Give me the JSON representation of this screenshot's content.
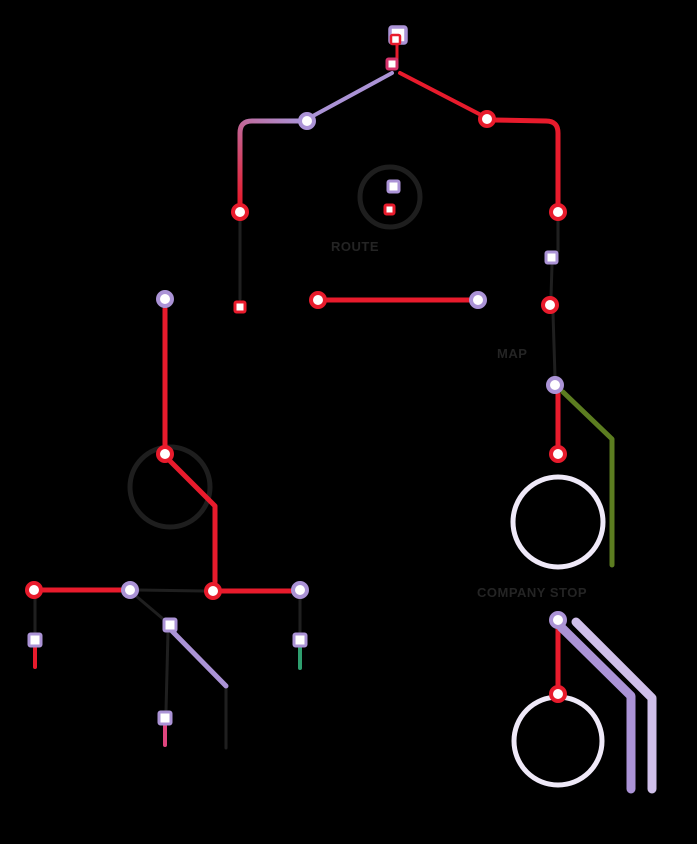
{
  "colors": {
    "background": "#000000",
    "red": "#e81b2c",
    "lavender": "#ab93d6",
    "lavender_light": "#cfbfe9",
    "magenta": "#d6336c",
    "green": "#5c7d20",
    "teal": "#2e9e6e",
    "pink": "#e0457e",
    "white": "#ffffff",
    "ring_dark": "#1e1e1e",
    "ring_light": "#efe9f8",
    "dark_line": "#1f1f1f",
    "label_text": "#242424"
  },
  "labels": {
    "route": "ROUTE",
    "map": "MAP",
    "company_stop": "COMPANY STOP"
  }
}
